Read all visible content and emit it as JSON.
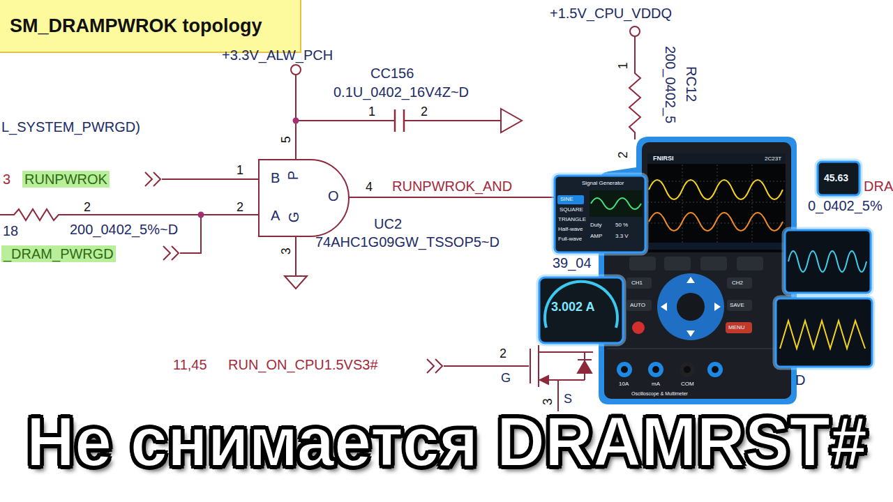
{
  "diagram": {
    "title": "SM_DRAMPWROK topology",
    "nodes": [
      {
        "text": [
          "B",
          "P",
          "A",
          "G",
          "O"
        ]
      }
    ],
    "labels": [
      "+3.3V_ALW_PCH",
      "CC156",
      "0.1U_0402_16V4Z~D",
      "1",
      "2",
      "L_SYSTEM_PWRGD)",
      "5",
      "3",
      "RUNPWROK",
      "1",
      "18",
      "2",
      "200_0402_5%~D",
      "2",
      "_DRAM_PWRGD",
      "3",
      "4",
      "RUNPWROK_AND",
      "UC2",
      "74AHC1G09GW_TSSOP5~D",
      "+1.5V_CPU_VDDQ",
      "1",
      "200_0402_5",
      "RC12",
      "2",
      "0_0402_5%",
      "DRA",
      "39_04",
      "11,45",
      "RUN_ON_CPU1.5VS3#",
      "2",
      "G",
      "S",
      "3",
      "D",
      "FNIRSI",
      "2C23T",
      "Signal Generator",
      "SINE",
      "SQUARE",
      "TRIANGLE",
      "Half-wave",
      "Full-wave",
      "Duty",
      "50 %",
      "AMP",
      "3.3 V",
      "3.002 A",
      "45.63",
      "CH1",
      "CH2",
      "AUTO",
      "SAVE",
      "MENU",
      "10A",
      "mA",
      "COM",
      "Oscilloscope & Multimeter",
      "Не снимается DRAMRST#"
    ]
  }
}
